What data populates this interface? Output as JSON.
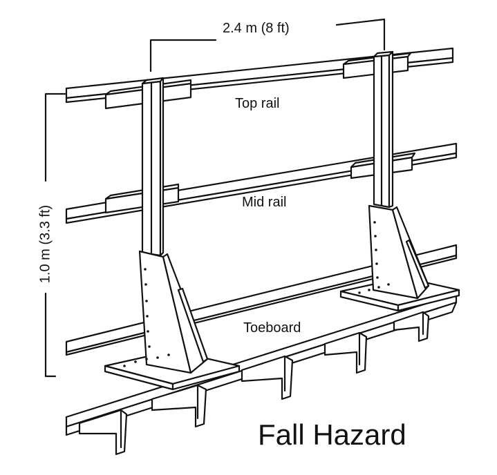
{
  "labels": {
    "width_dimension": "2.4 m (8 ft)",
    "height_dimension": "1.0 m (3.3 ft)",
    "top_rail": "Top rail",
    "mid_rail": "Mid rail",
    "toeboard": "Toeboard",
    "title": "Fall Hazard"
  },
  "colors": {
    "line": "#111111",
    "background": "#ffffff"
  }
}
